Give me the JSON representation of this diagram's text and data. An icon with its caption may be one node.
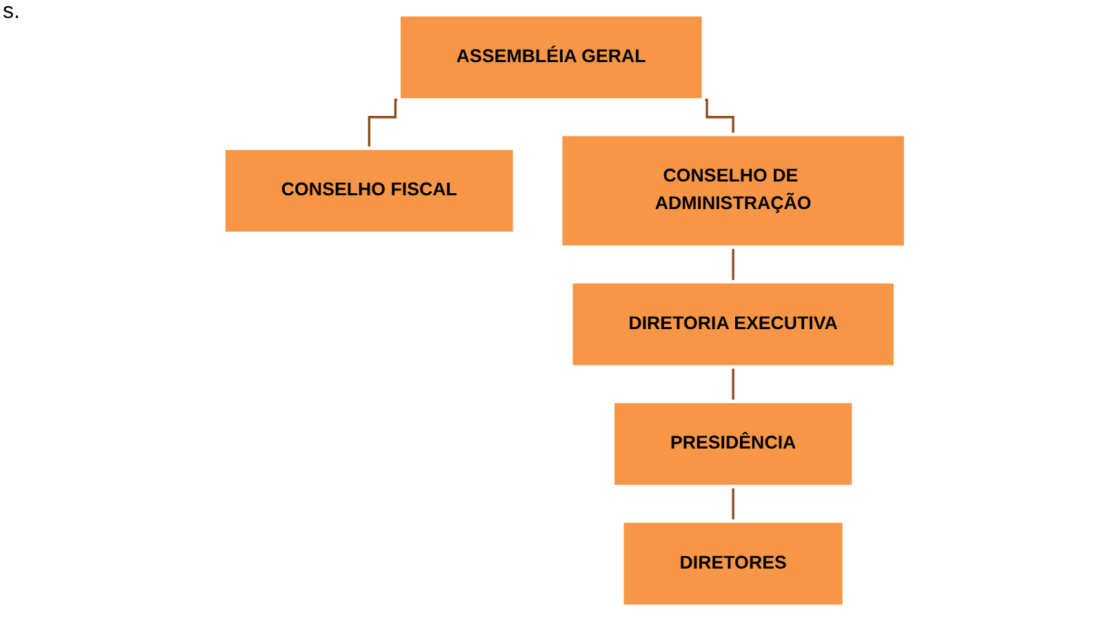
{
  "diagram": {
    "nodes": [
      {
        "text": [
          "ASSEMBLÉIA GERAL"
        ]
      },
      {
        "text": [
          "CONSELHO FISCAL"
        ]
      },
      {
        "text": [
          "CONSELHO DE ADMINISTRAÇÃO"
        ]
      },
      {
        "text": [
          "DIRETORIA EXECUTIVA"
        ]
      },
      {
        "text": [
          "PRESIDÊNCIA"
        ]
      },
      {
        "text": [
          "DIRETORES"
        ]
      }
    ],
    "edges": [
      {
        "from": 0,
        "to": 1,
        "arrow": "none"
      },
      {
        "from": 0,
        "to": 2,
        "arrow": "none"
      },
      {
        "from": 2,
        "to": 3,
        "arrow": "none"
      },
      {
        "from": 3,
        "to": 4,
        "arrow": "none"
      },
      {
        "from": 4,
        "to": 5,
        "arrow": "none"
      }
    ],
    "labels": [
      "s."
    ]
  }
}
